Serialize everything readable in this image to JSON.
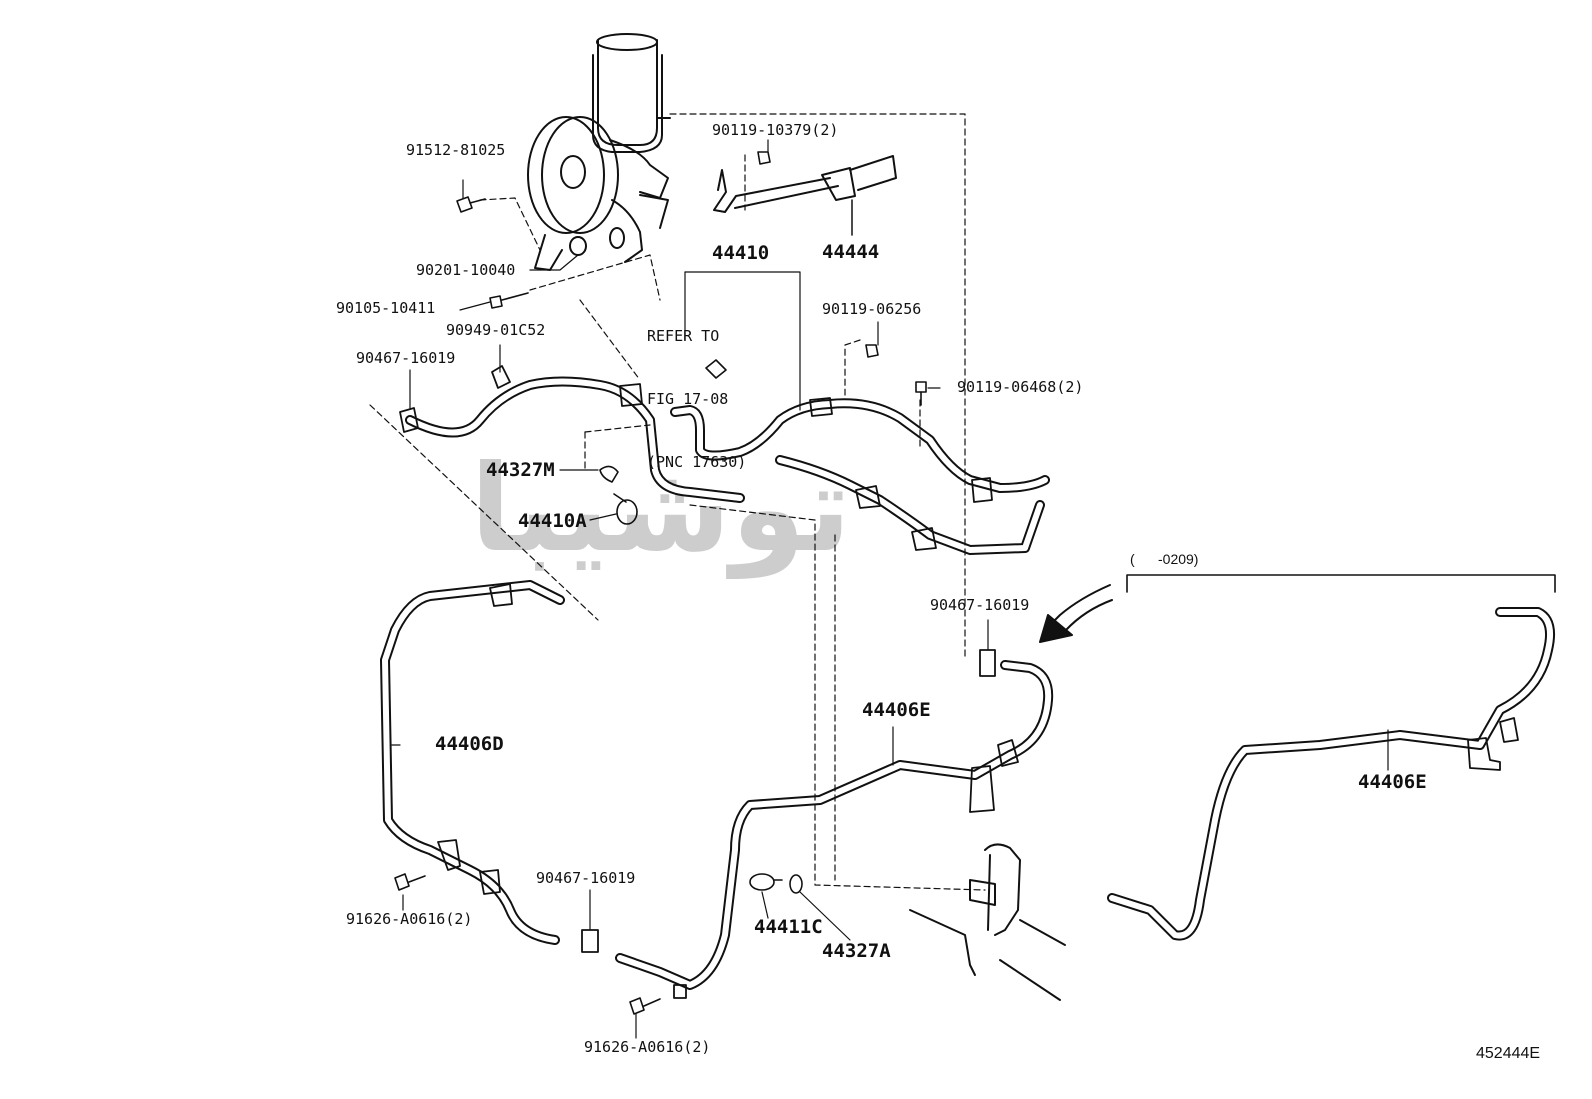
{
  "diagram": {
    "figure_code": "452444E",
    "watermark": "توشیبا",
    "range_note": "(      -0209)",
    "refer_note": [
      "REFER TO",
      "FIG 17-08",
      "(PNC 17630)"
    ],
    "labels": {
      "p91512_81025": "91512-81025",
      "p90119_10379": "90119-10379(2)",
      "p44444": "44444",
      "p90201_10040": "90201-10040",
      "p44410": "44410",
      "p90105_10411": "90105-10411",
      "p90949_01C52": "90949-01C52",
      "p90119_06256": "90119-06256",
      "p90467_16019_a": "90467-16019",
      "p90119_06468": "90119-06468(2)",
      "p44327M": "44327M",
      "p44410A": "44410A",
      "p90467_16019_b": "90467-16019",
      "p44406E_a": "44406E",
      "p44406D": "44406D",
      "p44406E_b": "44406E",
      "p90467_16019_c": "90467-16019",
      "p91626_A0616_a": "91626-A0616(2)",
      "p44411C": "44411C",
      "p44327A": "44327A",
      "p91626_A0616_b": "91626-A0616(2)"
    }
  }
}
